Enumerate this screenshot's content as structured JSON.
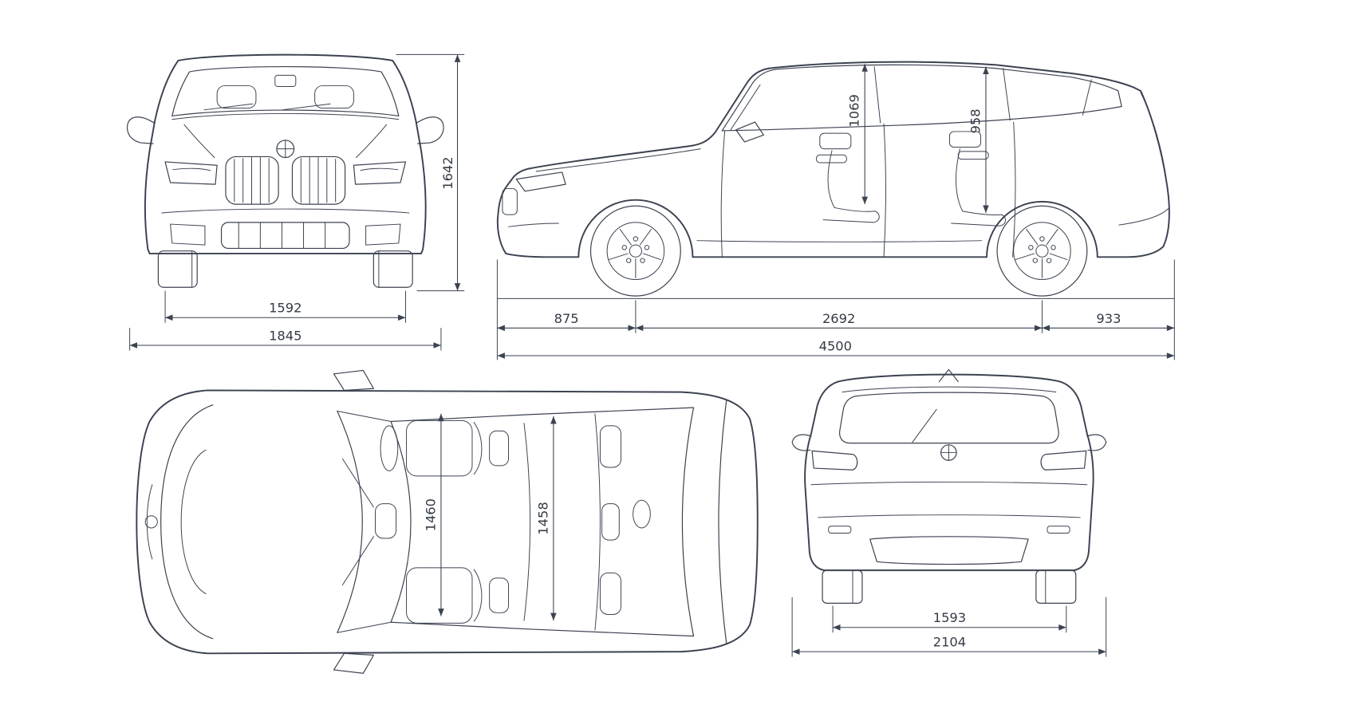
{
  "theme": {
    "background": "#ffffff",
    "line_color": "#3b4250",
    "text_color": "#343b46"
  },
  "diagram": {
    "views": {
      "front": {
        "height": "1642",
        "track_width": "1592",
        "overall_width": "1845"
      },
      "side": {
        "interior_height_front": "1069",
        "interior_height_rear": "958",
        "front_overhang": "875",
        "wheelbase": "2692",
        "rear_overhang": "933",
        "overall_length": "4500"
      },
      "top": {
        "interior_width_front": "1460",
        "interior_width_rear": "1458"
      },
      "rear": {
        "track_width": "1593",
        "width_incl_mirrors": "2104"
      }
    }
  }
}
